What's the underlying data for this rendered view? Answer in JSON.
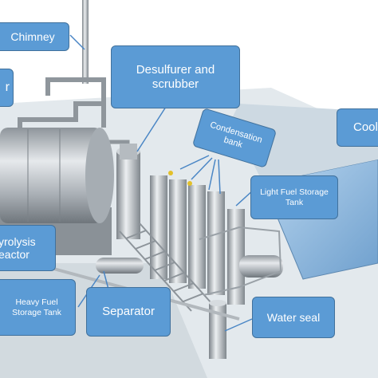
{
  "labels": {
    "chimney": "Chimney",
    "desulfurer": "Desulfurer and scrubber",
    "partial_left": "r",
    "cool_partial": "Cool",
    "condensation": "Condensation bank",
    "light_fuel": "Light Fuel Storage Tank",
    "pyrolysis": "yrolysis eactor",
    "heavy_fuel": "Heavy Fuel Storage Tank",
    "separator": "Separator",
    "water_seal": "Water seal"
  },
  "colors": {
    "label_fill": "#5b9bd5",
    "label_border": "#41719c",
    "label_text": "#ffffff",
    "pointer_line": "#4a86c5",
    "floor": "#dfe6ea",
    "pool": "#9fc4e4",
    "steel": "#b9bec3"
  }
}
